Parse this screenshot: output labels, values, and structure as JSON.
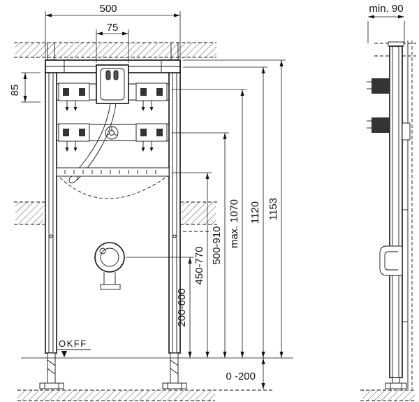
{
  "drawing": {
    "title": "installation-frame-dimension-drawing",
    "dims": {
      "width_total": "500",
      "flush_width": "75",
      "depth_min": "min. 90",
      "top_offset": "85",
      "h_total": "1153",
      "h_frame": "1120",
      "h_max": "max. 1070",
      "range_upper": "500-910",
      "range_mid": "450-770",
      "range_lower": "200-600",
      "foot_adjust": "0 -200",
      "floor_ref": "OKFF"
    }
  }
}
